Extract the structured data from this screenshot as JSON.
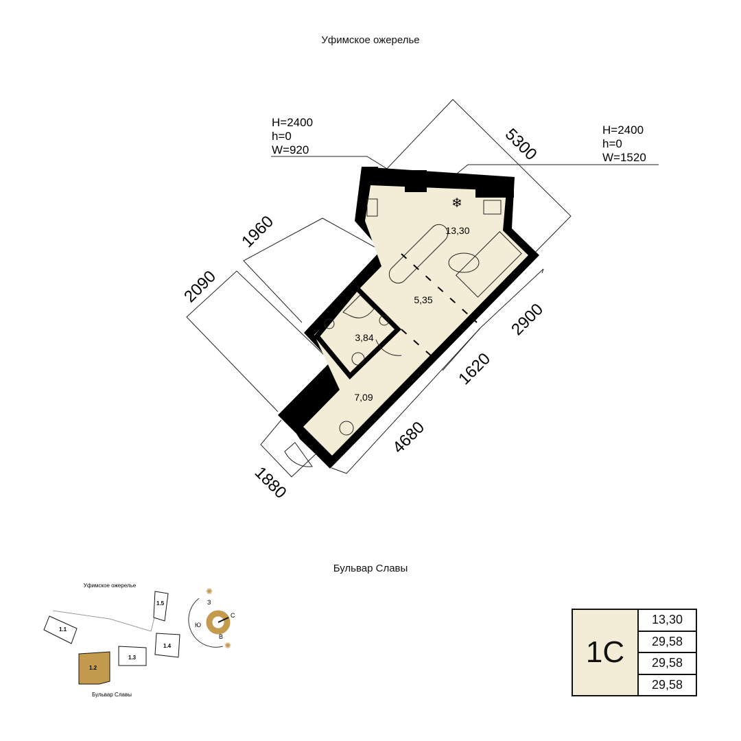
{
  "streets": {
    "top": "Уфимское ожерелье",
    "bottom": "Бульвар Славы"
  },
  "windows": [
    {
      "h_upper": "H=2400",
      "h_lower": "h=0",
      "w": "W=920"
    },
    {
      "h_upper": "H=2400",
      "h_lower": "h=0",
      "w": "W=1520"
    }
  ],
  "dimensions": {
    "d5300": "5300",
    "d1960": "1960",
    "d2090": "2090",
    "d2900": "2900",
    "d1620": "1620",
    "d4680": "4680",
    "d1880": "1880"
  },
  "rooms": {
    "living": "13,30",
    "kitchen": "5,35",
    "bath": "3,84",
    "hall": "7,09"
  },
  "minimap": {
    "top_street": "Уфимское ожерелье",
    "bottom_street": "Бульвар Славы",
    "sections": [
      "1.1",
      "1.2",
      "1.3",
      "1.4",
      "1.5"
    ],
    "active": "1.2",
    "compass": {
      "w": "З",
      "n": "С",
      "s": "Ю",
      "e": "В"
    }
  },
  "summary": {
    "type": "1С",
    "values": [
      "13,30",
      "29,58",
      "29,58",
      "29,58"
    ]
  },
  "colors": {
    "floor": "#f3ecd6",
    "wall": "#000000",
    "accent": "#c49a4f"
  }
}
